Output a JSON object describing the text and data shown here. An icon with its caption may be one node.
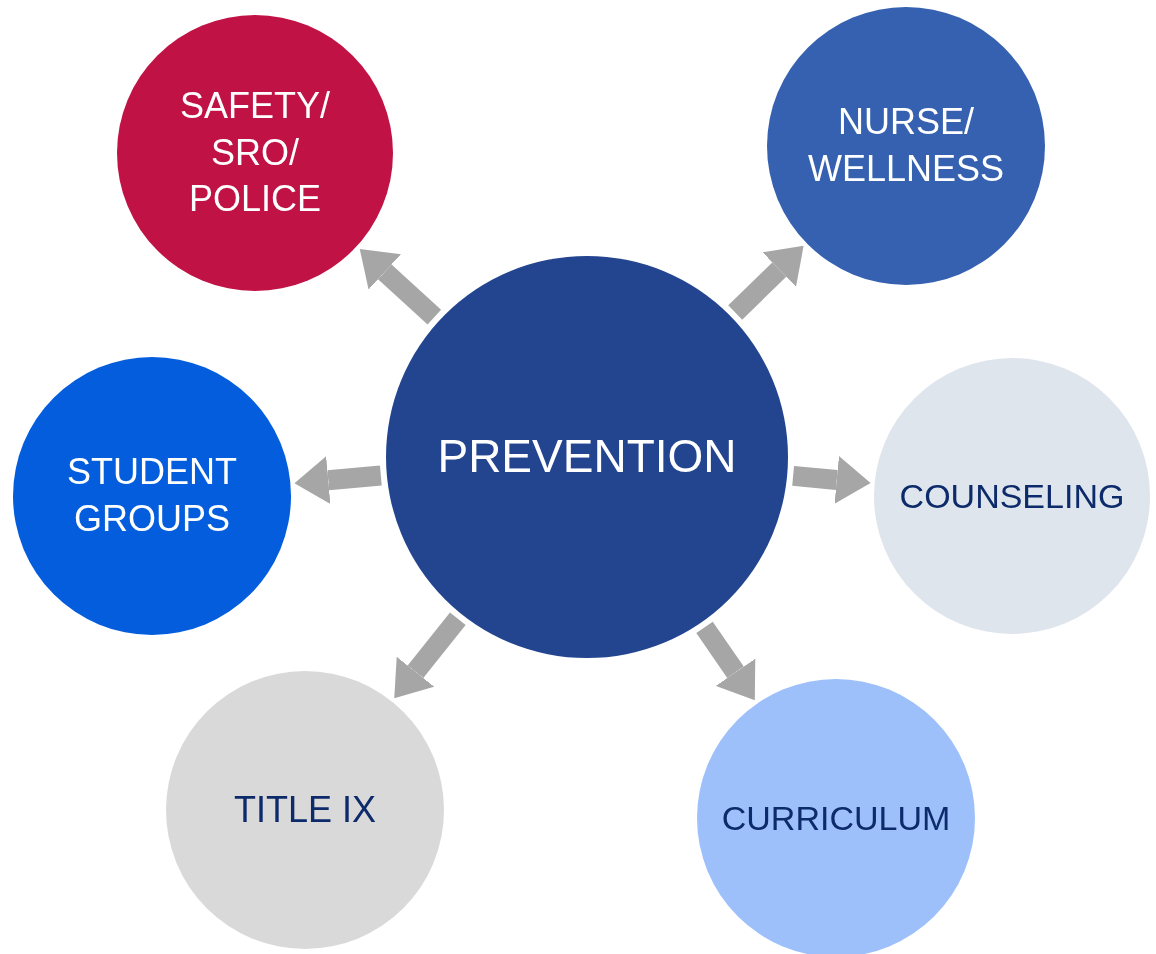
{
  "diagram": {
    "nodes": [
      {
        "text": [
          "PREVENTION"
        ]
      },
      {
        "text": [
          "SAFETY/ SRO/ POLICE"
        ]
      },
      {
        "text": [
          "NURSE/ WELLNESS"
        ]
      },
      {
        "text": [
          "STUDENT GROUPS"
        ]
      },
      {
        "text": [
          "COUNSELING"
        ]
      },
      {
        "text": [
          "TITLE IX"
        ]
      },
      {
        "text": [
          "CURRICULUM"
        ]
      }
    ],
    "edges": [
      {
        "from": 0,
        "to": 1,
        "arrow": "to"
      },
      {
        "from": 0,
        "to": 2,
        "arrow": "to"
      },
      {
        "from": 0,
        "to": 3,
        "arrow": "to"
      },
      {
        "from": 0,
        "to": 4,
        "arrow": "to"
      },
      {
        "from": 0,
        "to": 5,
        "arrow": "to"
      },
      {
        "from": 0,
        "to": 6,
        "arrow": "to"
      }
    ]
  }
}
